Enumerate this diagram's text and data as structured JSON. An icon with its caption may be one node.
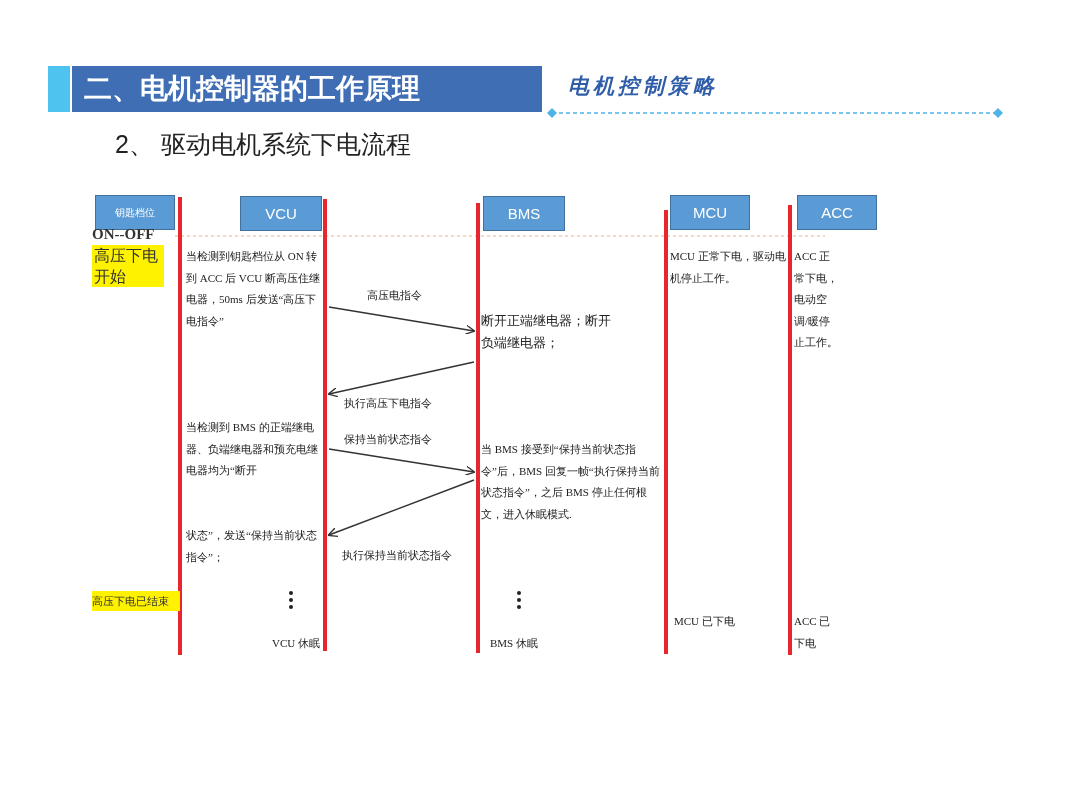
{
  "diagram": {
    "title": "二、电机控制器的工作原理",
    "nodes": [
      {
        "text": [
          "钥匙档位"
        ]
      },
      {
        "text": [
          "VCU"
        ]
      },
      {
        "text": [
          "BMS"
        ]
      },
      {
        "text": [
          "MCU"
        ]
      },
      {
        "text": [
          "ACC"
        ]
      },
      {
        "text": [],
        "shape": "bar"
      },
      {
        "text": [],
        "shape": "bar"
      },
      {
        "text": [],
        "shape": "bar"
      },
      {
        "text": [],
        "shape": "bar"
      },
      {
        "text": [],
        "shape": "bar"
      }
    ],
    "edges": [
      {
        "from": 6,
        "to": 7,
        "arrow": "to",
        "label": "高压电指令"
      },
      {
        "from": 7,
        "to": 6,
        "arrow": "to",
        "label": "执行高压下电指令"
      },
      {
        "from": 6,
        "to": 7,
        "arrow": "to",
        "label": "保持当前状态指令"
      },
      {
        "from": 7,
        "to": 6,
        "arrow": "to",
        "label": "执行保持当前状态指令"
      }
    ],
    "labels": [
      "电机控制策略",
      "2、 驱动电机系统下电流程",
      "ON--OFF",
      "高压下电开始",
      "当检测到钥匙档位从 ON 转到 ACC 后 VCU 断高压住继电器，50ms 后发送“高压下电指令”",
      "MCU 正常下电，驱动电机停止工作。",
      "ACC 正常下电，电动空调/暖停止工作。",
      "断开正端继电器；断开负端继电器；",
      "当检测到 BMS 的正端继电器、负端继电器和预充电继电器均为“断开",
      "当 BMS 接受到“保持当前状态指令”后，BMS 回复一帧“执行保持当前状态指令”，之后 BMS 停止任何根文，进入休眠模式.",
      "状态”，发送“保持当前状态指令”；",
      "高压下电已结束",
      "MCU 已下电",
      "ACC 已下电",
      "VCU 休眠",
      "BMS 休眠"
    ]
  }
}
